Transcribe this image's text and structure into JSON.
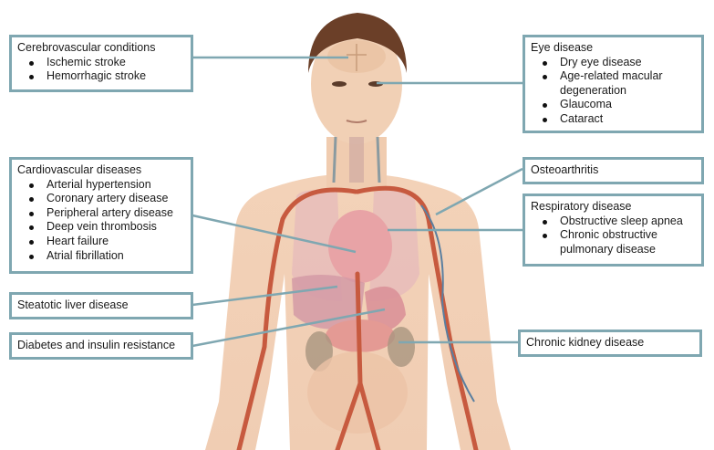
{
  "diagram": {
    "subject": "human-body-anatomy",
    "line_color": "#7fa7b1",
    "box_border_color": "#7fa7b1"
  },
  "labels": {
    "cerebrovascular": {
      "title": "Cerebrovascular conditions",
      "items": [
        "Ischemic stroke",
        "Hemorrhagic stroke"
      ]
    },
    "eye": {
      "title": "Eye disease",
      "items": [
        "Dry eye disease",
        "Age-related macular degeneration",
        "Glaucoma",
        "Cataract"
      ]
    },
    "cardiovascular": {
      "title": "Cardiovascular diseases",
      "items": [
        "Arterial hypertension",
        "Coronary artery disease",
        "Peripheral artery disease",
        "Deep vein thrombosis",
        "Heart failure",
        "Atrial fibrillation"
      ]
    },
    "osteoarthritis": {
      "title": "Osteoarthritis"
    },
    "respiratory": {
      "title": "Respiratory disease",
      "items": [
        "Obstructive sleep apnea",
        "Chronic obstructive pulmonary disease"
      ]
    },
    "liver": {
      "title": "Steatotic liver disease"
    },
    "diabetes": {
      "title": "Diabetes and insulin resistance"
    },
    "kidney": {
      "title": "Chronic kidney disease"
    }
  }
}
